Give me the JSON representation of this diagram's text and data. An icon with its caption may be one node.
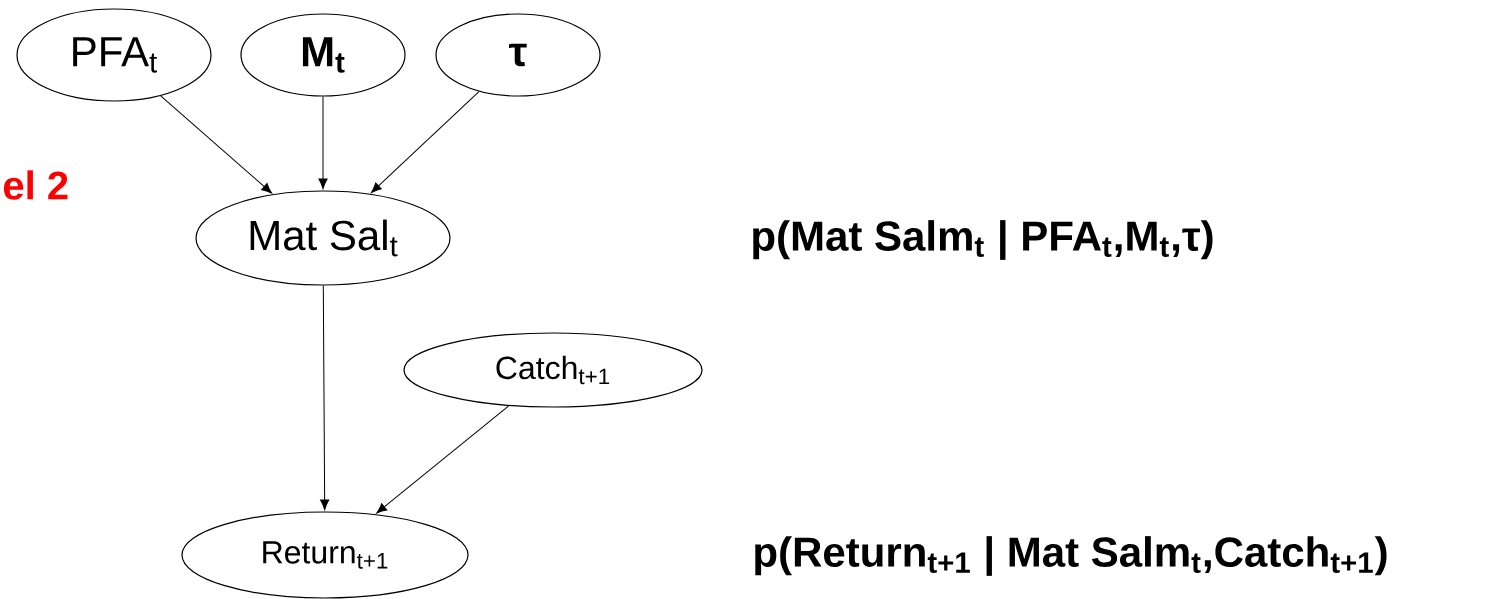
{
  "diagram": {
    "nodes": [
      {
        "text": [
          "PFA$_{t}$"
        ]
      },
      {
        "text": [
          "M$_{t}$"
        ]
      },
      {
        "text": [
          "τ"
        ]
      },
      {
        "text": [
          "Mat Sal$_{t}$"
        ]
      },
      {
        "text": [
          "Catch$_{t+1}$"
        ]
      },
      {
        "text": [
          "Return$_{t+1}$"
        ]
      }
    ],
    "edges": [
      {
        "from": 0,
        "to": 3,
        "arrow": "to"
      },
      {
        "from": 1,
        "to": 3,
        "arrow": "to"
      },
      {
        "from": 2,
        "to": 3,
        "arrow": "to"
      },
      {
        "from": 3,
        "to": 5,
        "arrow": "to"
      },
      {
        "from": 4,
        "to": 5,
        "arrow": "to"
      }
    ],
    "labels": [
      "el 2",
      "p(Mat Salm$_{t}$ | PFA$_{t}$,M$_{t}$,τ)",
      "p(Return$_{t+1}$ | Mat Salm$_{t}$,Catch$_{t+1}$)"
    ]
  }
}
